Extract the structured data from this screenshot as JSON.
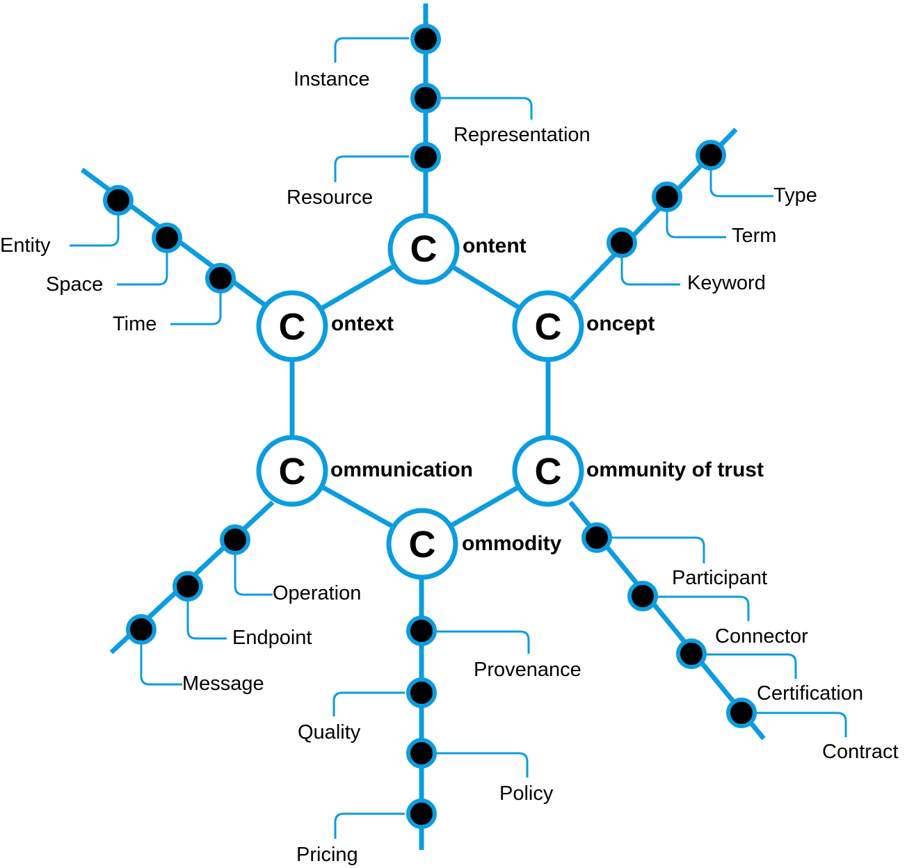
{
  "hubs": [
    {
      "letter": "C",
      "label": "ontent"
    },
    {
      "letter": "C",
      "label": "ontext"
    },
    {
      "letter": "C",
      "label": "oncept"
    },
    {
      "letter": "C",
      "label": "ommunication"
    },
    {
      "letter": "C",
      "label": "ommunity of trust"
    },
    {
      "letter": "C",
      "label": "ommodity"
    }
  ],
  "branches": {
    "content": [
      "Instance",
      "Representation",
      "Resource"
    ],
    "context": [
      "Entity",
      "Space",
      "Time"
    ],
    "concept": [
      "Type",
      "Term",
      "Keyword"
    ],
    "communication": [
      "Operation",
      "Endpoint",
      "Message"
    ],
    "community_of_trust": [
      "Participant",
      "Connector",
      "Certification",
      "Contract"
    ],
    "commodity": [
      "Provenance",
      "Quality",
      "Policy",
      "Pricing"
    ]
  },
  "colors": {
    "accent": "#0c9ce0",
    "node_fill": "#000000",
    "text": "#000000"
  }
}
